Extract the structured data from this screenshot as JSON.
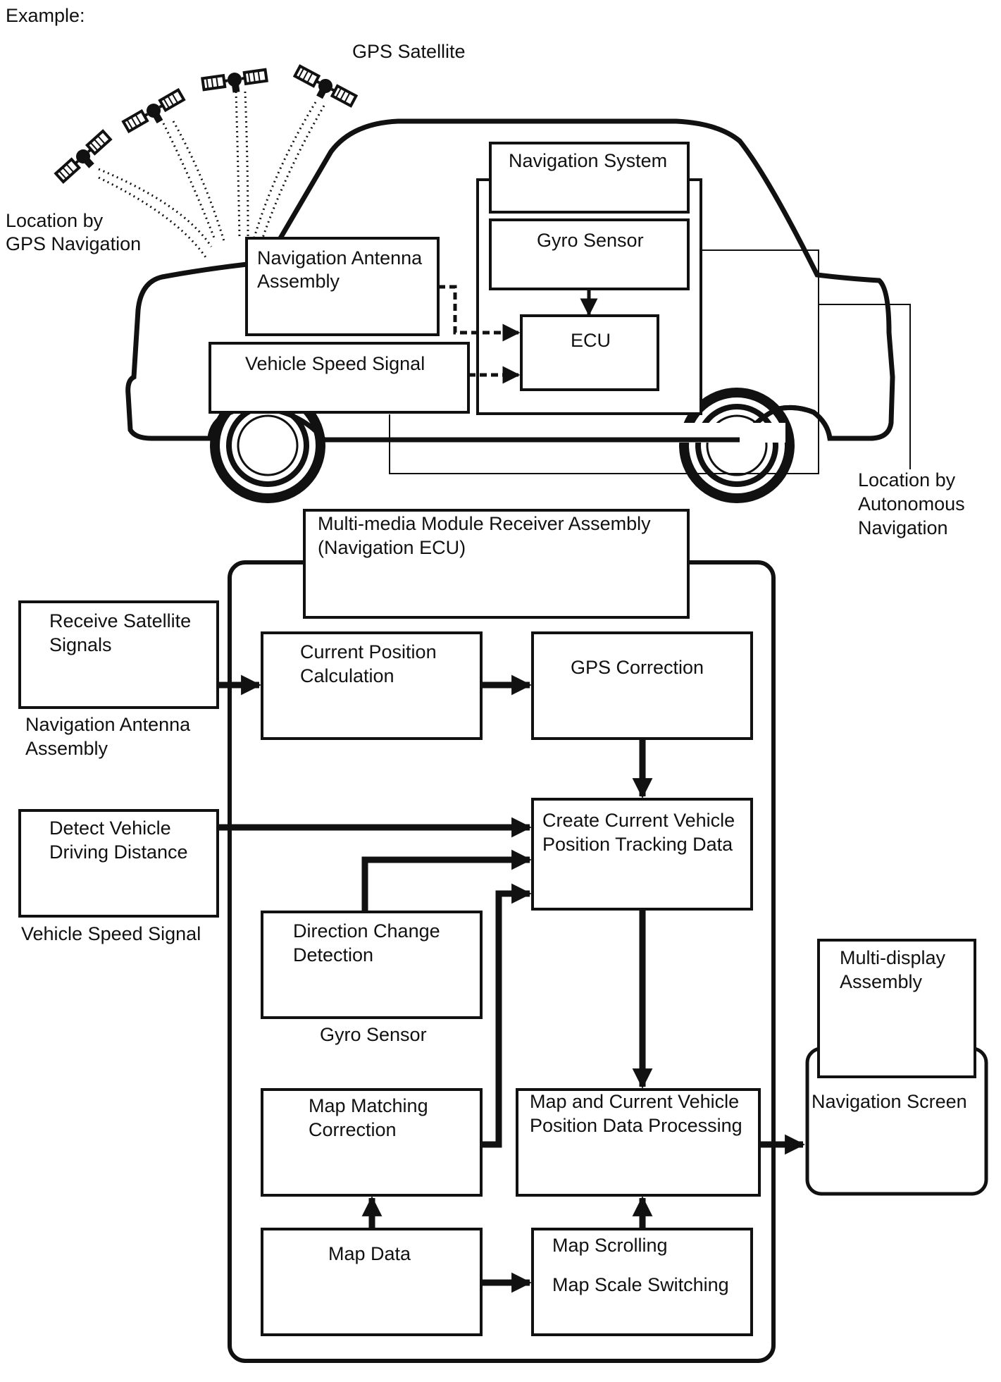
{
  "caption": "Example:",
  "top": {
    "gps_satellite": "GPS Satellite",
    "location_gps": [
      "Location by",
      "GPS Navigation"
    ],
    "navigation_system": "Navigation System",
    "gyro_sensor": "Gyro Sensor",
    "ecu": "ECU",
    "nav_antenna": [
      "Navigation Antenna",
      "Assembly"
    ],
    "vehicle_speed_signal": "Vehicle Speed Signal",
    "location_autonomous": [
      "Location by",
      "Autonomous",
      "Navigation"
    ]
  },
  "bottom": {
    "module_title": [
      "Multi-media Module Receiver Assembly",
      "(Navigation ECU)"
    ],
    "receive_satellite": [
      "Receive Satellite",
      "Signals"
    ],
    "nav_antenna_caption": [
      "Navigation Antenna",
      "Assembly"
    ],
    "current_position": [
      "Current Position",
      "Calculation"
    ],
    "gps_correction": "GPS Correction",
    "detect_distance": [
      "Detect Vehicle",
      "Driving Distance"
    ],
    "vehicle_speed_caption": "Vehicle Speed Signal",
    "create_tracking": [
      "Create Current Vehicle",
      "Position Tracking Data"
    ],
    "direction_change": [
      "Direction Change",
      "Detection"
    ],
    "gyro_caption": "Gyro Sensor",
    "map_matching": [
      "Map Matching",
      "Correction"
    ],
    "map_processing": [
      "Map and Current Vehicle",
      "Position Data Processing"
    ],
    "map_data": "Map Data",
    "map_scrolling": "Map Scrolling",
    "map_scale": "Map Scale Switching",
    "multi_display": [
      "Multi-display",
      "Assembly"
    ],
    "navigation_screen": "Navigation Screen"
  }
}
